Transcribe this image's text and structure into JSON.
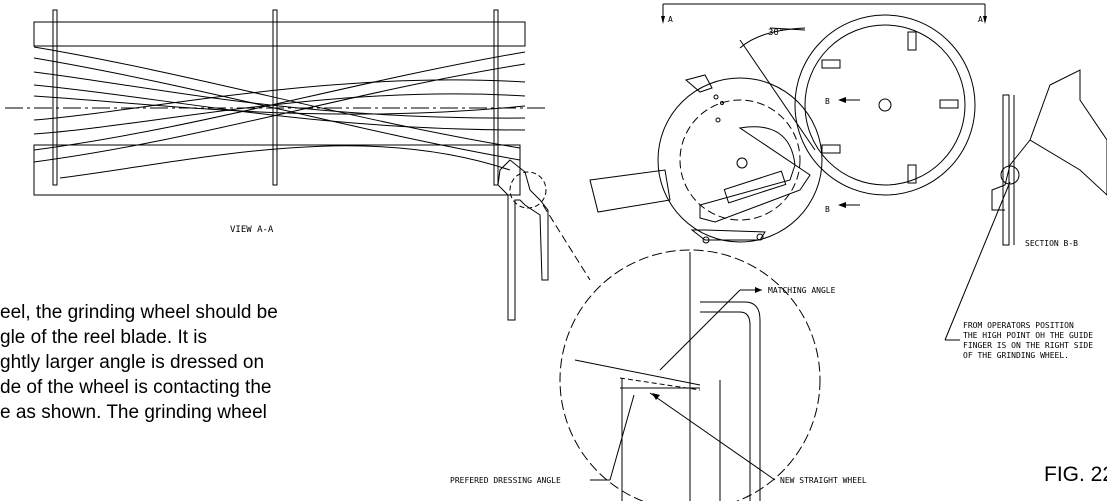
{
  "labels": {
    "view_aa": "VIEW A-A",
    "section_bb": "SECTION B-B",
    "angle": "30°",
    "section_a_left": "A",
    "section_a_right": "A",
    "section_b_top": "B",
    "section_b_bottom": "B",
    "matching_angle": "MATCHING ANGLE",
    "prefered_dressing": "PREFERED DRESSING ANGLE",
    "new_straight_wheel": "NEW STRAIGHT WHEEL",
    "note_lines": [
      "FROM OPERATORS POSITION",
      "THE HIGH POINT OH THE GUIDE",
      "FINGER IS ON THE RIGHT SIDE",
      "OF THE GRINDING WHEEL."
    ]
  },
  "paragraph_lines": [
    "eel, the grinding wheel should be",
    "gle of the reel blade.  It is",
    "ghtly larger angle is dressed on",
    "de of the wheel is contacting the",
    "e as shown.  The grinding wheel"
  ],
  "figure_label": "FIG. 22"
}
